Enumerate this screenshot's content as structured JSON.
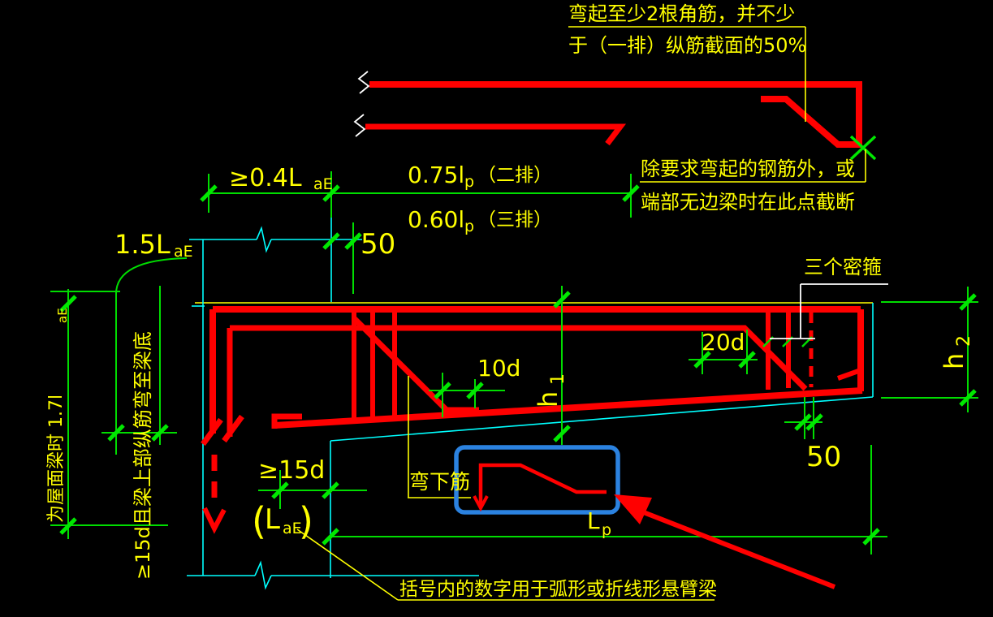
{
  "colors": {
    "background": "#000000",
    "rebar_red": "#ff0000",
    "dimension_green": "#00dd00",
    "tick_green": "#00e800",
    "outline_cyan": "#00ffff",
    "text_yellow": "#ffff00",
    "leader_white": "#ffffff",
    "highlight_blue": "#2b82e0"
  },
  "notes": {
    "bend_up": {
      "line1": "弯起至少2根角筋，并不少",
      "line2": "于（一排）纵筋截面的50%"
    },
    "cutoff": {
      "line1": "除要求弯起的钢筋外，或",
      "line2": "端部无边梁时在此点截断"
    },
    "three_stirrups": "三个密箍",
    "bend_down_bar": "弯下筋",
    "paren_note": "括号内的数字用于弧形或折线形悬臂梁",
    "roof_beam": {
      "main": "为屋面梁时 1.7l",
      "sub": "aE"
    },
    "left_anchor": "≥15d且梁上部纵筋弯至梁底"
  },
  "dims": {
    "anchor04": {
      "main": "≥0.4L",
      "sub": "aE"
    },
    "second_row": {
      "main": "0.75l",
      "sub": "p",
      "note": "（二排）"
    },
    "third_row": {
      "main": "0.60l",
      "sub": "p",
      "note": "（三排）"
    },
    "anchor15": {
      "main": "1.5L",
      "sub": "aE"
    },
    "offset50_top": "50",
    "bend20d": "20d",
    "bend10d": "10d",
    "h1": {
      "main": "h",
      "sub": "1"
    },
    "h2": {
      "main": "h",
      "sub": "2"
    },
    "hook15d": "≥15d",
    "lae": {
      "open": "(",
      "main": "L",
      "sub": "aE",
      "close": ")"
    },
    "offset50_end": "50",
    "lp": {
      "main": "L",
      "sub": "p"
    }
  }
}
